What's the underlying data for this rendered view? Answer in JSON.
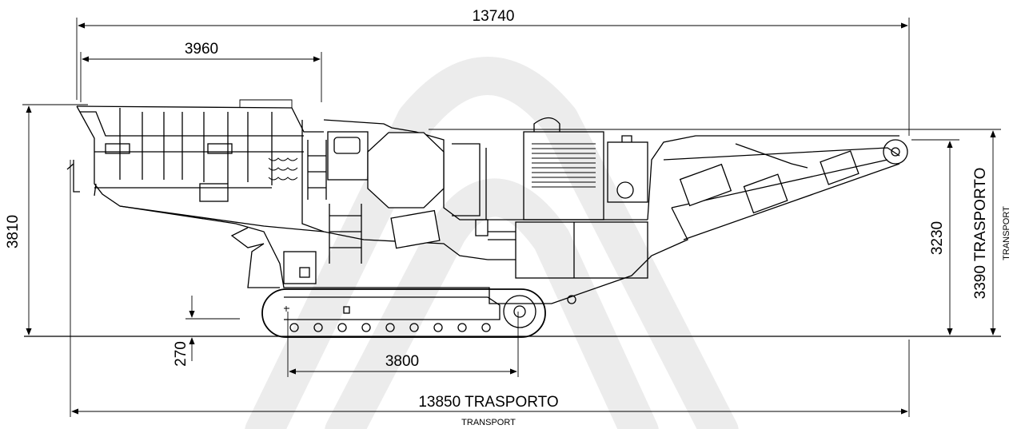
{
  "dimensions": {
    "overall_length": "13740",
    "hopper_length": "3960",
    "overall_height": "3810",
    "height_right": "3230",
    "transport_height": "3390 TRASPORTO",
    "transport_height_sub": "TRANSPORT",
    "ground_clearance": "270",
    "track_length": "3800",
    "transport_length": "13850 TRASPORTO",
    "transport_length_sub": "TRANSPORT"
  },
  "colors": {
    "line": "#000000",
    "watermark": "#dcdcdc"
  }
}
